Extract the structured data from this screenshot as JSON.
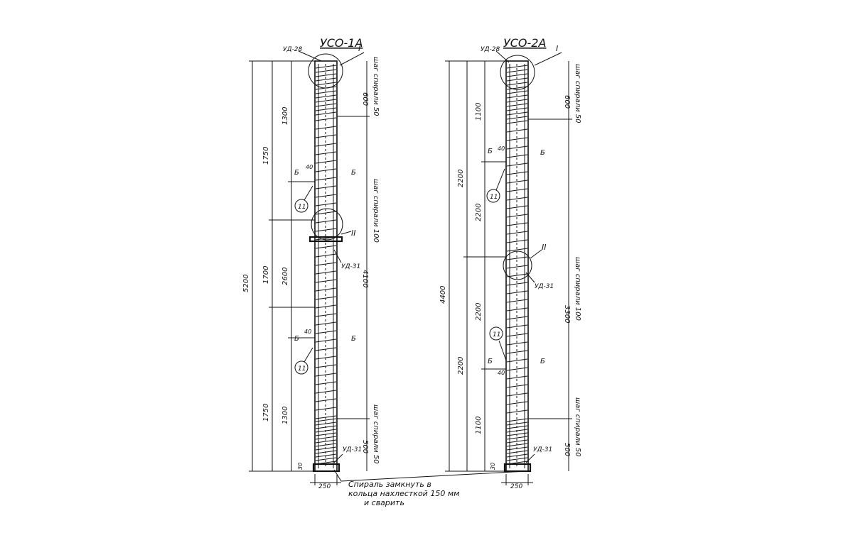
{
  "left": {
    "title": "УСО-1А",
    "element_id": "УД-28",
    "node_I": "I",
    "node_II": "II",
    "section": "Б",
    "callout": "11",
    "weld_item": "УД-31",
    "offset": "40",
    "bottom_offset": "30",
    "width_dim": "250",
    "dims_left": [
      "5200",
      "1750",
      "1700",
      "1750"
    ],
    "dims_mid": [
      "1300",
      "2600",
      "1300"
    ],
    "dims_right": [
      "600",
      "4100",
      "500"
    ],
    "pitch_top": "шаг спирали 50",
    "pitch_mid": "шаг спирали 100",
    "pitch_bottom": "шаг спирали 50"
  },
  "right": {
    "title": "УСО-2А",
    "element_id": "УД-28",
    "node_I": "I",
    "node_II": "II",
    "section": "Б",
    "callout": "11",
    "weld_item": "УД-31",
    "offset": "40",
    "bottom_offset": "30",
    "width_dim": "250",
    "dims_left": [
      "4400",
      "2200",
      "2200"
    ],
    "dims_mid": [
      "1100",
      "2200",
      "2200",
      "1100"
    ],
    "dims_right": [
      "600",
      "3300",
      "500"
    ],
    "pitch_top": "шаг спирали 50",
    "pitch_mid": "шаг спирали 100",
    "pitch_bottom": "шаг спирали 50"
  },
  "note": {
    "line1": "Спираль замкнуть в",
    "line2": "кольца нахлесткой 150 мм",
    "line3": "и сварить"
  }
}
